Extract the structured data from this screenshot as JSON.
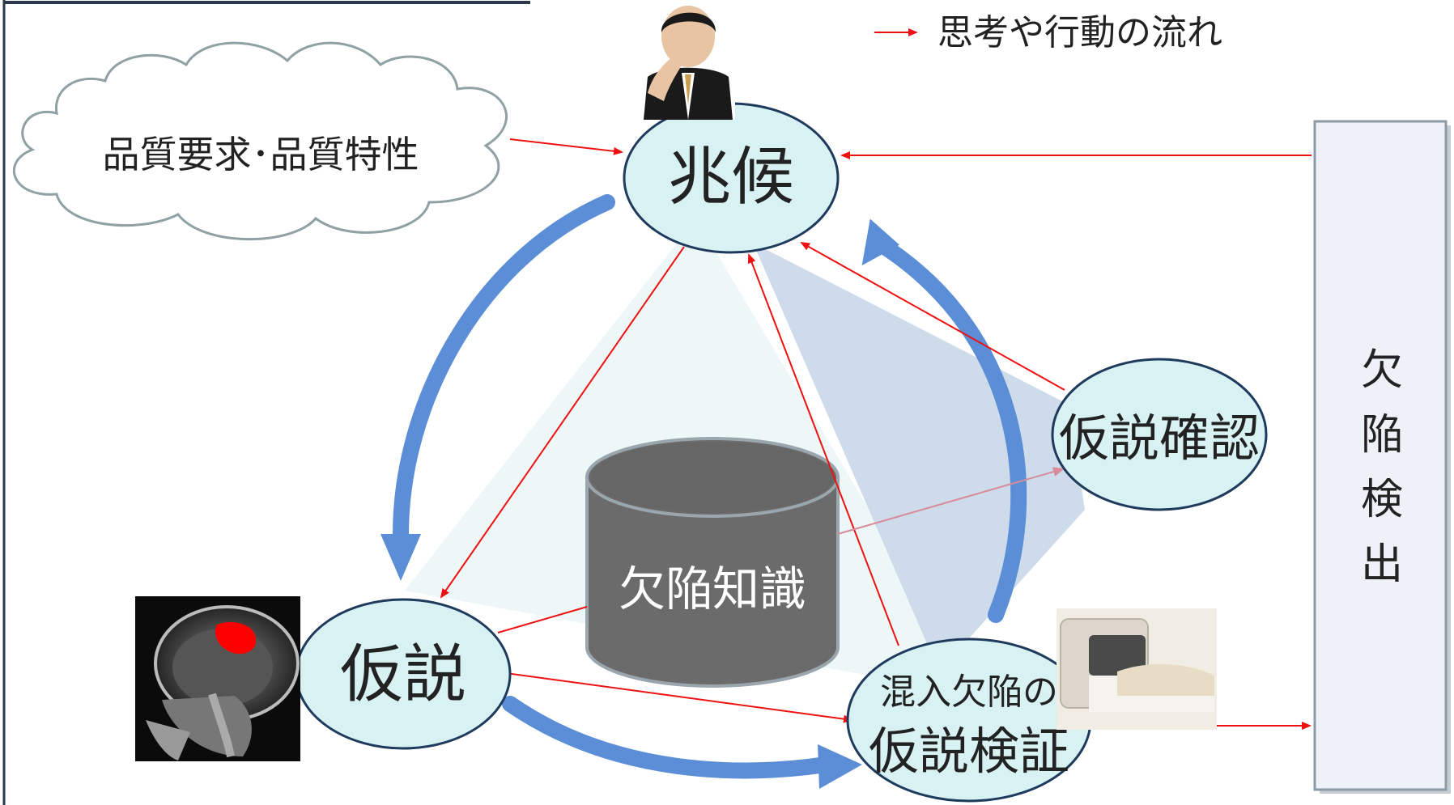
{
  "legend": {
    "label": "思考や行動の流れ"
  },
  "nodes": {
    "symptom": "兆候",
    "hypothesis": "仮説",
    "hypothesis_confirm": "仮説確認",
    "verify_line1": "混入欠陥の",
    "verify_line2": "仮説検証",
    "knowledge": "欠陥知識",
    "quality": "品質要求･品質特性"
  },
  "detection": {
    "chars": [
      "欠",
      "陥",
      "検",
      "出"
    ]
  },
  "colors": {
    "node_fill": "#d8f2f4",
    "node_stroke": "#1e3a5c",
    "flow_arrow": "#ee1111",
    "cycle_arrow": "#5b8ed6",
    "db_fill": "#6b6b6b",
    "cone_fill": "#c9d7e8",
    "triangle_fill": "#eef7f7",
    "panel_fill": "#eef1f7",
    "panel_stroke": "#8a9aa6"
  }
}
